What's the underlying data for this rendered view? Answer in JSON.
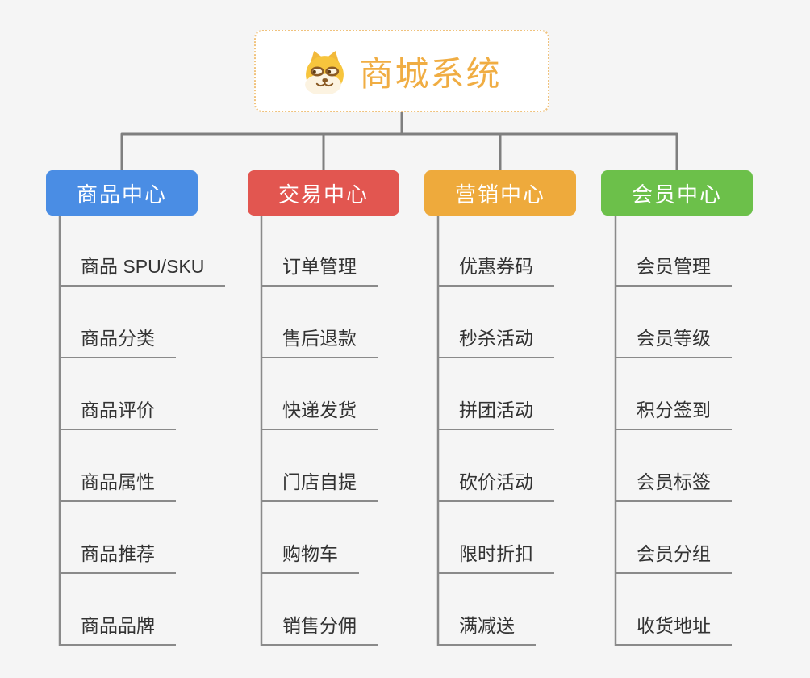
{
  "page": {
    "background_color": "#f5f5f5",
    "connector_color": "#7f7f7f"
  },
  "root": {
    "title": "商城系统",
    "icon": "dog-face-icon",
    "title_color": "#f0ad43",
    "border_color": "#f0c27d"
  },
  "columns": [
    {
      "label": "商品中心",
      "color": "#4a8de4",
      "items": [
        "商品 SPU/SKU",
        "商品分类",
        "商品评价",
        "商品属性",
        "商品推荐",
        "商品品牌"
      ]
    },
    {
      "label": "交易中心",
      "color": "#e25650",
      "items": [
        "订单管理",
        "售后退款",
        "快递发货",
        "门店自提",
        "购物车",
        "销售分佣"
      ]
    },
    {
      "label": "营销中心",
      "color": "#eeaa3c",
      "items": [
        "优惠券码",
        "秒杀活动",
        "拼团活动",
        "砍价活动",
        "限时折扣",
        "满减送"
      ]
    },
    {
      "label": "会员中心",
      "color": "#6cc04a",
      "items": [
        "会员管理",
        "会员等级",
        "积分签到",
        "会员标签",
        "会员分组",
        "收货地址"
      ]
    }
  ]
}
